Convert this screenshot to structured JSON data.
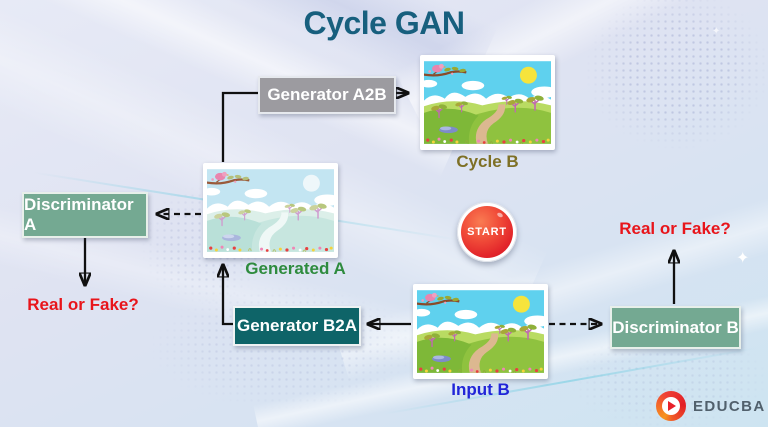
{
  "title": "Cycle GAN",
  "nodes": {
    "generator_a2b": {
      "label": "Generator A2B"
    },
    "generator_b2a": {
      "label": "Generator B2A"
    },
    "discriminator_a": {
      "label": "Discriminator A"
    },
    "discriminator_b": {
      "label": "Discriminator B"
    }
  },
  "images": {
    "cycle_b": {
      "label": "Cycle B",
      "label_color": "#7e7026",
      "style": "spring-landscape"
    },
    "generated_a": {
      "label": "Generated A",
      "label_color": "#2e8b3e",
      "style": "winter-landscape"
    },
    "input_b": {
      "label": "Input B",
      "label_color": "#2125d8",
      "style": "spring-landscape"
    }
  },
  "start_button": {
    "label": "START",
    "color": "#e2242a"
  },
  "outputs": {
    "discriminator_a_result": "Real or Fake?",
    "discriminator_b_result": "Real or Fake?"
  },
  "branding": {
    "logo_text": "EDUCBA",
    "logo_color": "#e8212a",
    "text_color": "#51606c"
  },
  "colors": {
    "title": "#175f7e",
    "generator_a2b_bg": "#9c9ba0",
    "generator_b2a_bg": "#0e6468",
    "discriminator_bg": "#74a992",
    "result_text": "#e8151b",
    "background_top": "#e7eaf6",
    "background_bottom": "#cde4f1",
    "connector": "#101010"
  }
}
